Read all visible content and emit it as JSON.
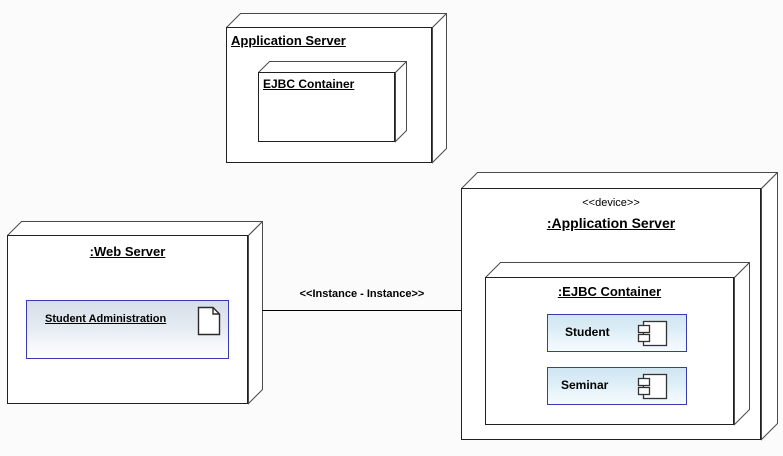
{
  "diagram": {
    "type": "uml-deployment-diagram",
    "background_color": "#fbfbfc",
    "line_color": "#202020"
  },
  "nodes": {
    "app_server_top": {
      "label": "Application Server",
      "nested": {
        "label": "EJBC Container"
      }
    },
    "web_server": {
      "label": ":Web Server",
      "artifact": {
        "label": "Student Administration",
        "icon": "document-icon",
        "border_color": "#3a3ab0"
      }
    },
    "app_server_right": {
      "stereotype": "<<device>>",
      "label": ":Application Server",
      "nested": {
        "label": ":EJBC Container",
        "components": [
          {
            "label": "Student",
            "icon": "component-icon"
          },
          {
            "label": "Seminar",
            "icon": "component-icon"
          }
        ]
      }
    }
  },
  "connector": {
    "label": "<<Instance - Instance>>",
    "from": "web_server",
    "to": "app_server_right"
  }
}
